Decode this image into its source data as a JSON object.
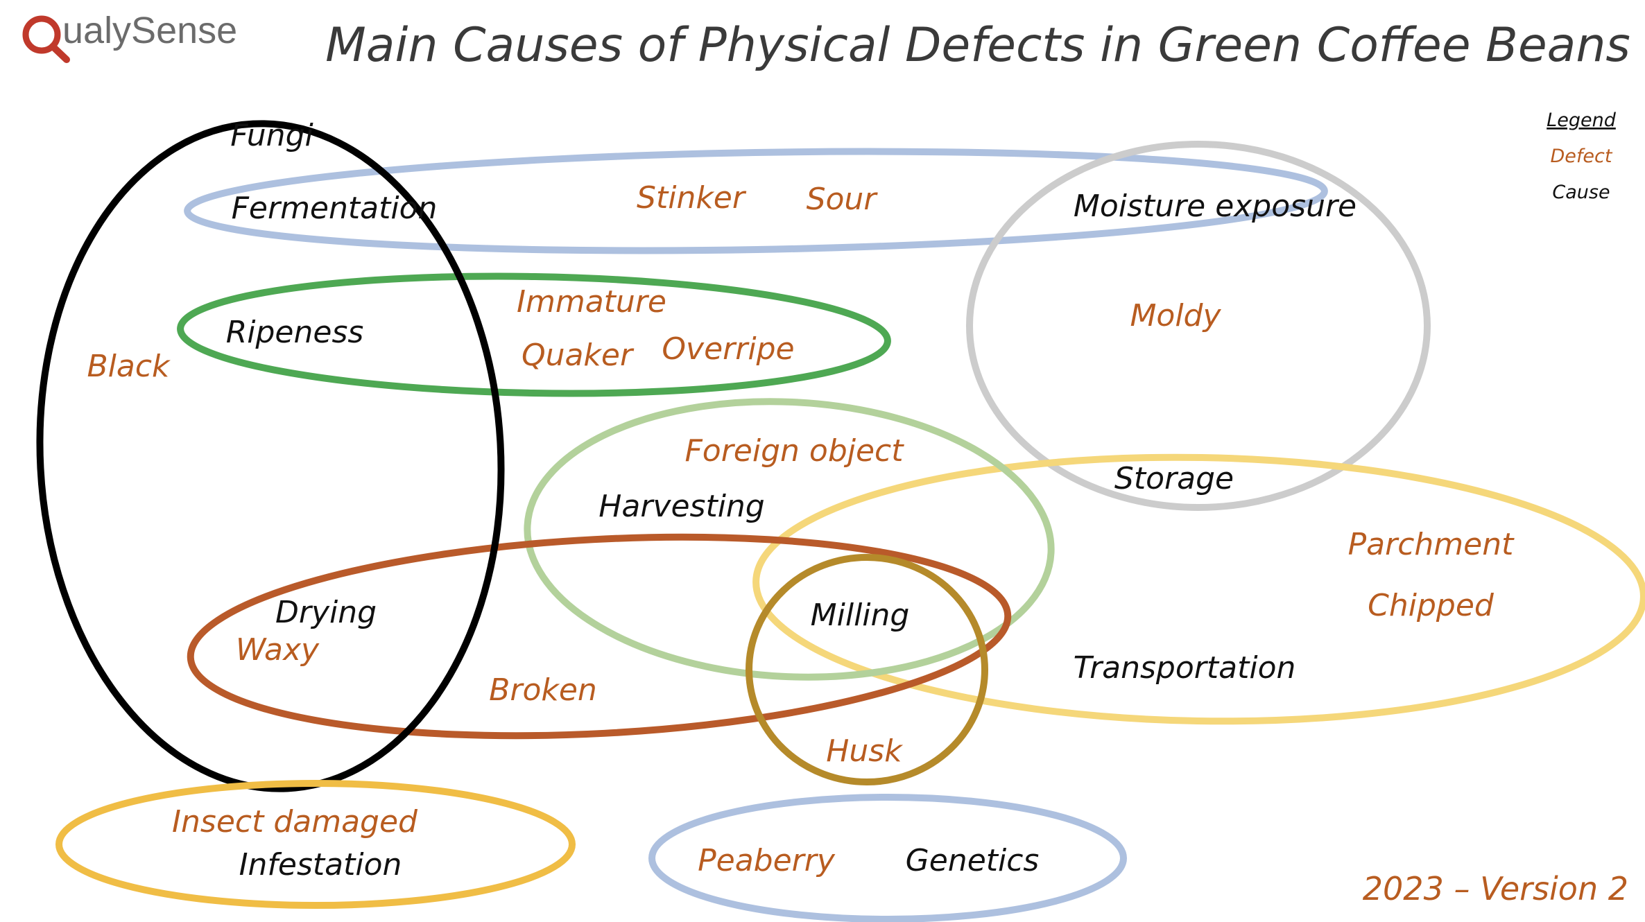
{
  "brand": {
    "logo_letter": "Q",
    "logo_rest": "ualySense",
    "colors": {
      "logo_q": "#c0392b",
      "logo_text": "#6b6b6b"
    }
  },
  "title": "Main Causes of Physical Defects in Green Coffee Beans",
  "legend": {
    "heading": "Legend",
    "defect_label": "Defect",
    "cause_label": "Cause"
  },
  "version": "2023 – Version 2",
  "colors": {
    "defect_text": "#b85c20",
    "cause_text": "#111111",
    "title_text": "#3a3a3a"
  },
  "groups": [
    {
      "id": "black-oval",
      "color": "#000000"
    },
    {
      "id": "fermentation-oval",
      "color": "#adc0df"
    },
    {
      "id": "ripeness-oval",
      "color": "#4ea853"
    },
    {
      "id": "moisture-oval",
      "color": "#cccccc"
    },
    {
      "id": "harvesting-oval",
      "color": "#b3d19b"
    },
    {
      "id": "transportation-oval",
      "color": "#f5d77a"
    },
    {
      "id": "drying-oval",
      "color": "#b95a2a"
    },
    {
      "id": "milling-oval",
      "color": "#b58a2a"
    },
    {
      "id": "insect-oval",
      "color": "#f0bd45"
    },
    {
      "id": "peaberry-oval",
      "color": "#adc0df"
    }
  ],
  "labels": {
    "fungi": "Fungi",
    "fermentation": "Fermentation",
    "stinker": "Stinker",
    "sour": "Sour",
    "moisture_exposure": "Moisture exposure",
    "immature": "Immature",
    "ripeness": "Ripeness",
    "black": "Black",
    "quaker": "Quaker",
    "overripe": "Overripe",
    "moldy": "Moldy",
    "foreign_object": "Foreign object",
    "harvesting": "Harvesting",
    "storage": "Storage",
    "parchment": "Parchment",
    "chipped": "Chipped",
    "drying": "Drying",
    "waxy": "Waxy",
    "milling": "Milling",
    "transportation": "Transportation",
    "broken": "Broken",
    "husk": "Husk",
    "insect_damaged": "Insect damaged",
    "infestation": "Infestation",
    "peaberry": "Peaberry",
    "genetics": "Genetics"
  }
}
